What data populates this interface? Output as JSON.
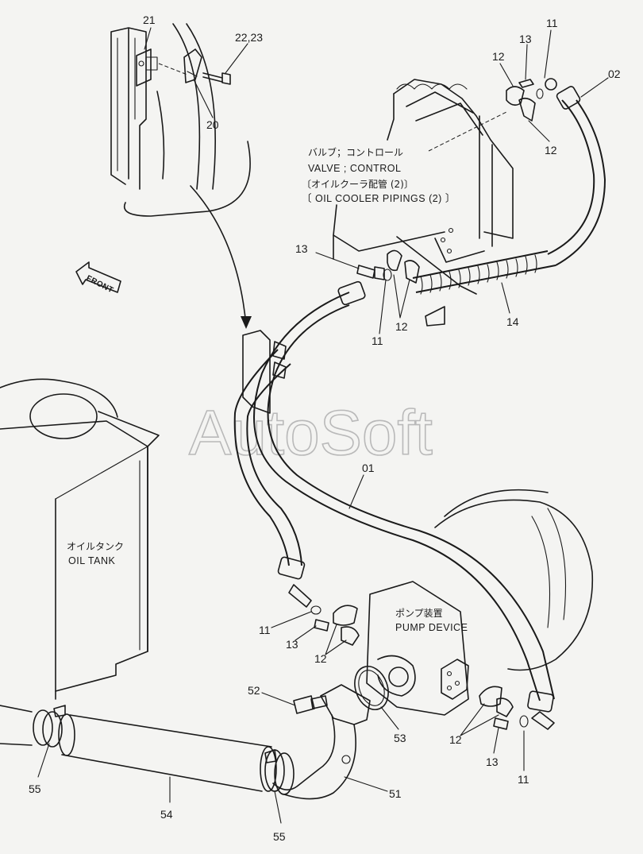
{
  "watermark": "AutoSoft",
  "front_label": "FRONT",
  "labels": {
    "valve_jp": "バルブ；コントロール",
    "valve_en": "VALVE ; CONTROL",
    "oil_cooler_jp": "〔オイルクーラ配管 (2)〕",
    "oil_cooler_en": "〔 OIL COOLER PIPINGS (2) 〕",
    "oil_tank_jp": "オイルタンク",
    "oil_tank_en": "OIL TANK",
    "pump_jp": "ポンプ装置",
    "pump_en": "PUMP DEVICE"
  },
  "parts": {
    "p21": "21",
    "p2223": "22,23",
    "p20": "20",
    "p12a": "12",
    "p13a": "13",
    "p11a": "11",
    "p02": "02",
    "p12b": "12",
    "p13b": "13",
    "p11b": "11",
    "p12c": "12",
    "p14": "14",
    "p01": "01",
    "p11c": "11",
    "p13c": "13",
    "p12d": "12",
    "p52": "52",
    "p53": "53",
    "p12e": "12",
    "p13d": "13",
    "p11d": "11",
    "p55a": "55",
    "p54": "54",
    "p51": "51",
    "p55b": "55"
  }
}
